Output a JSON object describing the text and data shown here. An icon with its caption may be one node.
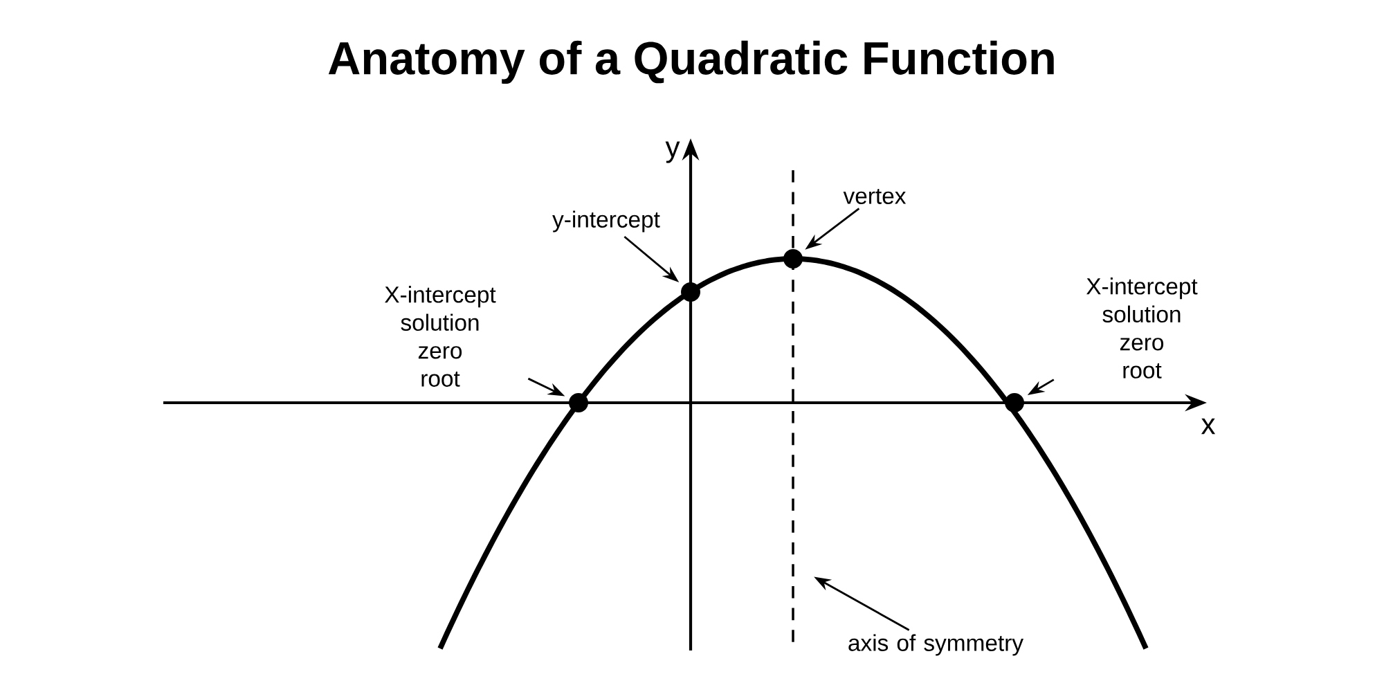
{
  "diagram": {
    "title": "Anatomy of a Quadratic Function",
    "nodes": [
      {
        "text": [
          "vertex"
        ]
      },
      {
        "text": [
          "y-intercept"
        ]
      },
      {
        "text": [
          "X-intercept solution zero root"
        ]
      },
      {
        "text": [
          "X-intercept solution zero root"
        ]
      },
      {
        "text": [
          "axis of symmetry"
        ]
      },
      {
        "text": [],
        "shape": "circle"
      },
      {
        "text": [],
        "shape": "circle"
      },
      {
        "text": [],
        "shape": "circle"
      },
      {
        "text": [],
        "shape": "circle"
      }
    ],
    "edges": [
      {
        "from": 0,
        "to": 7,
        "arrow": "to"
      },
      {
        "from": 1,
        "to": 6,
        "arrow": "to"
      },
      {
        "from": 2,
        "to": 5,
        "arrow": "to"
      },
      {
        "from": 3,
        "to": 8,
        "arrow": "to"
      },
      {
        "from": 4,
        "to": null,
        "arrow": "to"
      }
    ],
    "labels": [
      "y",
      "x"
    ]
  }
}
